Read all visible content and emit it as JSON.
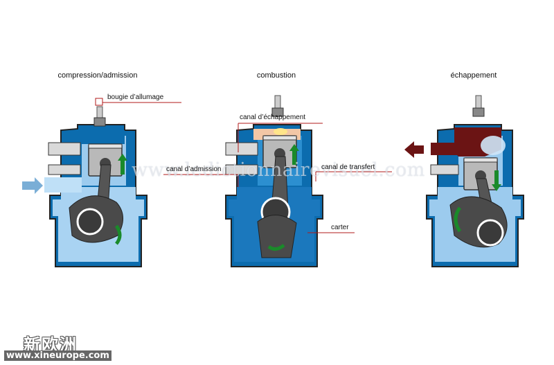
{
  "stages": {
    "left": "compression/admission",
    "middle": "combustion",
    "right": "échappement"
  },
  "labels": {
    "spark_plug": "bougie d’allumage",
    "exhaust_port": "canal d’échappement",
    "intake_port": "canal d’admission",
    "transfer_port": "canal de transfert",
    "crankcase": "carter"
  },
  "watermark": {
    "site": "www.ledictionnairevisuel.com",
    "logo_text": "新欧洲",
    "logo_url": "www.xineurope.com"
  },
  "colors": {
    "dark_blue": "#0c6cae",
    "mid_blue": "#2c8fd0",
    "light_blue": "#9ccbee",
    "exhaust_red": "#6b1414",
    "arrow_green": "#1a8a2a",
    "leader_red": "#b01818",
    "metal": "#a8a8a8"
  },
  "icons": [
    "spark-plug-icon",
    "intake-arrow-icon",
    "exhaust-arrow-icon",
    "piston-direction-arrow-icon",
    "rotation-arrow-icon"
  ]
}
